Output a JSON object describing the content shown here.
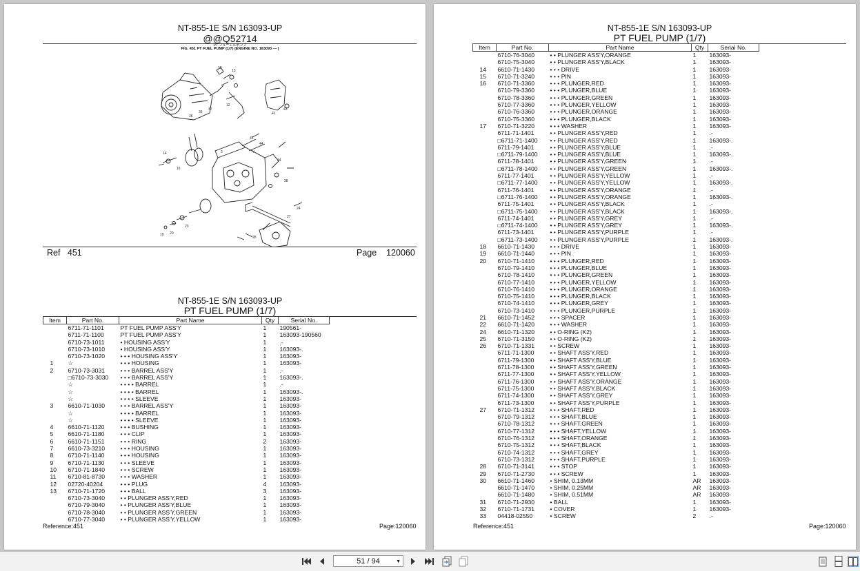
{
  "left_page": {
    "title": "NT-855-1E S/N 163093-UP",
    "code": "@@Q52714",
    "figure_caption_small": "PT フューエルポンプ",
    "figure_caption": "FIG. 451  PT FUEL PUMP (1/7) (ENGINE NO. 163093 — )",
    "ref_label": "Ref",
    "ref_value": "451",
    "page_label": "Page",
    "page_value": "120060",
    "table_title1": "NT-855-1E S/N 163093-UP",
    "table_title2": "PT FUEL PUMP (1/7)",
    "columns": [
      "Item",
      "Part No.",
      "Part Name",
      "Qty",
      "Serial No."
    ],
    "rows": [
      [
        "",
        "6711-71-1101",
        "PT FUEL PUMP ASS'Y",
        "1",
        "190561-"
      ],
      [
        "",
        "6711-71-1100",
        "PT FUEL PUMP ASS'Y",
        "1",
        "163093-190560"
      ],
      [
        "",
        "6710-73-1011",
        "• HOUSING ASS'Y",
        "1",
        ".-"
      ],
      [
        "",
        "6710-73-1010",
        "• HOUSING ASS'Y",
        "1",
        "163093-."
      ],
      [
        "",
        "6710-73-1020",
        "• • • HOUSING ASS'Y",
        "1",
        "163093-"
      ],
      [
        "1",
        "☆",
        "• • • HOUSING",
        "1",
        "163093-"
      ],
      [
        "2",
        "6710-73-3031",
        "• • • BARREL ASS'Y",
        "1",
        ".-"
      ],
      [
        "",
        "□6710-73-3030",
        "• • • BARREL ASS'Y",
        "1",
        "163093-."
      ],
      [
        "",
        "☆",
        "• • • • BARREL",
        "1",
        ".-"
      ],
      [
        "",
        "☆",
        "• • • • BARREL",
        "1",
        "163093-."
      ],
      [
        "",
        "☆",
        "• • • • SLEEVE",
        "1",
        "163093-"
      ],
      [
        "3",
        "6610-71-1030",
        "• • • BARREL ASS'Y",
        "1",
        "163093-"
      ],
      [
        "",
        "☆",
        "• • • • BARREL",
        "1",
        "163093-"
      ],
      [
        "",
        "☆",
        "• • • • SLEEVE",
        "1",
        "163093-"
      ],
      [
        "4",
        "6610-71-1120",
        "• • • BUSHING",
        "1",
        "163093-"
      ],
      [
        "5",
        "6610-71-1180",
        "• • • CLIP",
        "1",
        "163093-"
      ],
      [
        "6",
        "6610-71-1151",
        "• • • RING",
        "2",
        "163093-"
      ],
      [
        "7",
        "6610-73-3210",
        "• • • HOUSING",
        "1",
        "163093-"
      ],
      [
        "8",
        "6710-71-1140",
        "• • • HOUSING",
        "1",
        "163093-"
      ],
      [
        "9",
        "6710-71-1130",
        "• • • SLEEVE",
        "1",
        "163093-"
      ],
      [
        "10",
        "6710-71-1840",
        "• • • SCREW",
        "1",
        "163093-"
      ],
      [
        "11",
        "6710-81-8730",
        "• • • WASHER",
        "1",
        "163093-"
      ],
      [
        "12",
        "02720-40204",
        "• • • PLUG",
        "4",
        "163093-"
      ],
      [
        "13",
        "6710-71-1720",
        "• • • BALL",
        "3",
        "163093-"
      ],
      [
        "",
        "6710-73-3040",
        "• • PLUNGER ASS'Y,RED",
        "1",
        "163093-"
      ],
      [
        "",
        "6710-79-3040",
        "• • PLUNGER ASS'Y,BLUE",
        "1",
        "163093-"
      ],
      [
        "",
        "6710-78-3040",
        "• • PLUNGER ASS'Y,GREEN",
        "1",
        "163093-"
      ],
      [
        "",
        "6710-77-3040",
        "• • PLUNGER ASS'Y,YELLOW",
        "1",
        "163093-"
      ]
    ],
    "footer_ref": "Reference:451",
    "footer_page": "Page:120060"
  },
  "right_page": {
    "title1": "NT-855-1E S/N 163093-UP",
    "title2": "PT FUEL PUMP (1/7)",
    "columns": [
      "Item",
      "Part No.",
      "Part Name",
      "Qty",
      "Serial No."
    ],
    "rows": [
      [
        "",
        "6710-76-3040",
        "• • PLUNGER ASS'Y,ORANGE",
        "1",
        "163093-"
      ],
      [
        "",
        "6710-75-3040",
        "• • PLUNGER ASS'Y,BLACK",
        "1",
        "163093-"
      ],
      [
        "14",
        "6610-71-1430",
        "• • • DRIVE",
        "1",
        "163093-"
      ],
      [
        "15",
        "6710-71-3240",
        "• • • PIN",
        "1",
        "163093-"
      ],
      [
        "16",
        "6710-71-3360",
        "• • • PLUNGER,RED",
        "1",
        "163093-"
      ],
      [
        "",
        "6710-79-3360",
        "• • • PLUNGER,BLUE",
        "1",
        "163093-"
      ],
      [
        "",
        "6710-78-3360",
        "• • • PLUNGER,GREEN",
        "1",
        "163093-"
      ],
      [
        "",
        "6710-77-3360",
        "• • • PLUNGER,YELLOW",
        "1",
        "163093-"
      ],
      [
        "",
        "6710-76-3360",
        "• • • PLUNGER,ORANGE",
        "1",
        "163093-"
      ],
      [
        "",
        "6710-75-3360",
        "• • • PLUNGER,BLACK",
        "1",
        "163093-"
      ],
      [
        "17",
        "6710-71-3220",
        "• • • WASHER",
        "1",
        "163093-"
      ],
      [
        "",
        "6711-71-1401",
        "• • PLUNGER ASS'Y,RED",
        "1",
        ".-"
      ],
      [
        "",
        "□6711-71-1400",
        "• • PLUNGER ASS'Y,RED",
        "1",
        "163093-."
      ],
      [
        "",
        "6711-79-1401",
        "• • PLUNGER ASS'Y,BLUE",
        "1",
        ".-"
      ],
      [
        "",
        "□6711-79-1400",
        "• • PLUNGER ASS'Y,BLUE",
        "1",
        "163093-."
      ],
      [
        "",
        "6711-78-1401",
        "• • PLUNGER ASS'Y,GREEN",
        "1",
        ".-"
      ],
      [
        "",
        "□6711-78-1400",
        "• • PLUNGER ASS'Y,GREEN",
        "1",
        "163093-."
      ],
      [
        "",
        "6711-77-1401",
        "• • PLUNGER ASS'Y,YELLOW",
        "1",
        ".-"
      ],
      [
        "",
        "□6711-77-1400",
        "• • PLUNGER ASS'Y,YELLOW",
        "1",
        "163093-."
      ],
      [
        "",
        "6711-76-1401",
        "• • PLUNGER ASS'Y,ORANGE",
        "1",
        ".-"
      ],
      [
        "",
        "□6711-76-1400",
        "• • PLUNGER ASS'Y,ORANGE",
        "1",
        "163093-."
      ],
      [
        "",
        "6711-75-1401",
        "• • PLUNGER ASS'Y,BLACK",
        "1",
        ".-"
      ],
      [
        "",
        "□6711-75-1400",
        "• • PLUNGER ASS'Y,BLACK",
        "1",
        "163093-."
      ],
      [
        "",
        "6711-74-1401",
        "• • PLUNGER ASS'Y,GREY",
        "1",
        ".-"
      ],
      [
        "",
        "□6711-74-1400",
        "• • PLUNGER ASS'Y,GREY",
        "1",
        "163093-."
      ],
      [
        "",
        "6711-73-1401",
        "• • PLUNGER ASS'Y,PURPLE",
        "1",
        ".-"
      ],
      [
        "",
        "□6711-73-1400",
        "• • PLUNGER ASS'Y,PURPLE",
        "1",
        "163093-."
      ],
      [
        "18",
        "6610-71-1430",
        "• • • DRIVE",
        "1",
        "163093-"
      ],
      [
        "19",
        "6610-71-1440",
        "• • • PIN",
        "1",
        "163093-"
      ],
      [
        "20",
        "6710-71-1410",
        "• • • PLUNGER,RED",
        "1",
        "163093-"
      ],
      [
        "",
        "6710-79-1410",
        "• • • PLUNGER,BLUE",
        "1",
        "163093-"
      ],
      [
        "",
        "6710-78-1410",
        "• • • PLUNGER,GREEN",
        "1",
        "163093-"
      ],
      [
        "",
        "6710-77-1410",
        "• • • PLUNGER,YELLOW",
        "1",
        "163093-"
      ],
      [
        "",
        "6710-76-1410",
        "• • • PLUNGER,ORANGE",
        "1",
        "163093-"
      ],
      [
        "",
        "6710-75-1410",
        "• • • PLUNGER,BLACK",
        "1",
        "163093-"
      ],
      [
        "",
        "6710-74-1410",
        "• • • PLUNGER,GREY",
        "1",
        "163093-"
      ],
      [
        "",
        "6710-73-1410",
        "• • • PLUNGER,PURPLE",
        "1",
        "163093-"
      ],
      [
        "21",
        "6610-71-1452",
        "• • • SPACER",
        "1",
        "163093-"
      ],
      [
        "22",
        "6610-71-1420",
        "• • • WASHER",
        "1",
        "163093-"
      ],
      [
        "24",
        "6610-71-1320",
        "• • O-RING (K2)",
        "1",
        "163093-"
      ],
      [
        "25",
        "6710-71-3150",
        "• • O-RING (K2)",
        "1",
        "163093-"
      ],
      [
        "26",
        "6710-71-1331",
        "• • SCREW",
        "1",
        "163093-"
      ],
      [
        "",
        "6711-71-1300",
        "• • SHAFT ASS'Y,RED",
        "1",
        "163093-"
      ],
      [
        "",
        "6711-79-1300",
        "• • SHAFT ASS'Y,BLUE",
        "1",
        "163093-"
      ],
      [
        "",
        "6711-78-1300",
        "• • SHAFT ASS'Y,GREEN",
        "1",
        "163093-"
      ],
      [
        "",
        "6711-77-1300",
        "• • SHAFT ASS'Y,YELLOW",
        "1",
        "163093-"
      ],
      [
        "",
        "6711-76-1300",
        "• • SHAFT ASS'Y,ORANGE",
        "1",
        "163093-"
      ],
      [
        "",
        "6711-75-1300",
        "• • SHAFT ASS'Y,BLACK",
        "1",
        "163093-"
      ],
      [
        "",
        "6711-74-1300",
        "• • SHAFT ASS'Y,GREY",
        "1",
        "163093-"
      ],
      [
        "",
        "6711-73-1300",
        "• • SHAFT ASS'Y,PURPLE",
        "1",
        "163093-"
      ],
      [
        "27",
        "6710-71-1312",
        "• • • SHAFT,RED",
        "1",
        "163093-"
      ],
      [
        "",
        "6710-79-1312",
        "• • • SHAFT,BLUE",
        "1",
        "163093-"
      ],
      [
        "",
        "6710-78-1312",
        "• • • SHAFT,GREEN",
        "1",
        "163093-"
      ],
      [
        "",
        "6710-77-1312",
        "• • • SHAFT,YELLOW",
        "1",
        "163093-"
      ],
      [
        "",
        "6710-76-1312",
        "• • • SHAFT,ORANGE",
        "1",
        "163093-"
      ],
      [
        "",
        "6710-75-1312",
        "• • • SHAFT,BLACK",
        "1",
        "163093-"
      ],
      [
        "",
        "6710-74-1312",
        "• • • SHAFT,GREY",
        "1",
        "163093-"
      ],
      [
        "",
        "6710-73-1312",
        "• • • SHAFT,PURPLE",
        "1",
        "163093-"
      ],
      [
        "28",
        "6710-71-3141",
        "• • • STOP",
        "1",
        "163093-"
      ],
      [
        "29",
        "6710-71-2730",
        "• • • SCREW",
        "1",
        "163093-"
      ],
      [
        "30",
        "6610-71-1460",
        "• SHIM, 0.13MM",
        "AR",
        "163093-"
      ],
      [
        "",
        "6610-71-1470",
        "• SHIM, 0.25MM",
        "AR",
        "163093-"
      ],
      [
        "",
        "6610-71-1480",
        "• SHIM, 0.51MM",
        "AR",
        "163093-"
      ],
      [
        "31",
        "6710-71-2930",
        "• BALL",
        "1",
        "163093-"
      ],
      [
        "32",
        "6710-71-1731",
        "• COVER",
        "1",
        "163093-"
      ],
      [
        "33",
        "04418-02550",
        "• SCREW",
        "2",
        ".-"
      ]
    ],
    "footer_ref": "Reference:451",
    "footer_page": "Page:120060"
  },
  "toolbar": {
    "page_indicator": "51 / 94",
    "icons": [
      "first-page-icon",
      "prev-page-icon",
      "next-page-icon",
      "last-page-icon",
      "back-view-icon",
      "forward-view-icon",
      "single-page-icon",
      "continuous-page-icon",
      "facing-pages-icon"
    ]
  }
}
